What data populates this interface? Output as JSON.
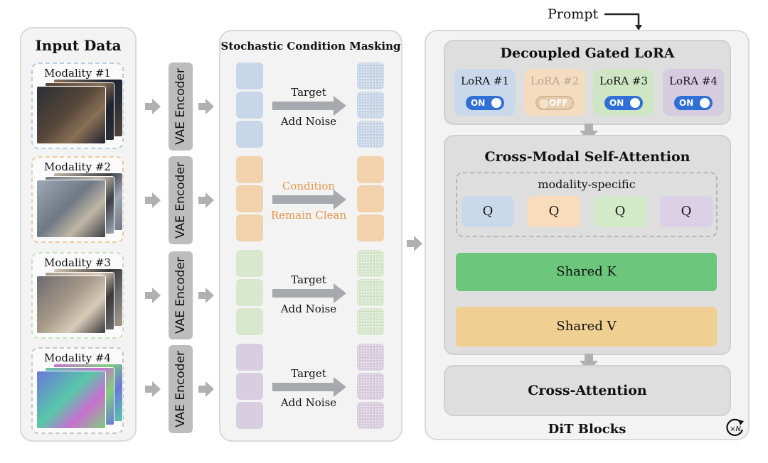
{
  "input_panel": {
    "title": "Input Data",
    "modalities": [
      {
        "label": "Modality #1",
        "color": "#b8cde0"
      },
      {
        "label": "Modality #2",
        "color": "#f0c9a0"
      },
      {
        "label": "Modality #3",
        "color": "#c8e0bd"
      },
      {
        "label": "Modality #4",
        "color": "#c8c8c8"
      }
    ]
  },
  "encoder_label": "VAE Encoder",
  "masking_panel": {
    "title": "Stochastic Condition Masking",
    "rows": [
      {
        "line1": "Target",
        "line2": "Add Noise",
        "color": "#c7d6e8",
        "noisy": true
      },
      {
        "line1": "Condition",
        "line2": "Remain Clean",
        "color": "#f2d2ad",
        "noisy": false,
        "text_color": "#e8954a"
      },
      {
        "line1": "Target",
        "line2": "Add Noise",
        "color": "#d7e8cc",
        "noisy": true
      },
      {
        "line1": "Target",
        "line2": "Add Noise",
        "color": "#d9cde0",
        "noisy": true
      }
    ]
  },
  "prompt_label": "Prompt",
  "dit": {
    "footer": "DiT Blocks",
    "repeat_label": "×N",
    "lora": {
      "title": "Decoupled Gated LoRA",
      "items": [
        {
          "label": "LoRA #1",
          "state": "ON",
          "bg": "#c9d8ea"
        },
        {
          "label": "LoRA #2",
          "state": "OFF",
          "bg": "#f5dcc0"
        },
        {
          "label": "LoRA #3",
          "state": "ON",
          "bg": "#cfe6c4"
        },
        {
          "label": "LoRA #4",
          "state": "ON",
          "bg": "#d6cce0"
        }
      ]
    },
    "self_attention": {
      "title": "Cross-Modal Self-Attention",
      "group_label": "modality-specific",
      "q_items": [
        {
          "label": "Q",
          "bg": "#c9d8ea"
        },
        {
          "label": "Q",
          "bg": "#f8dcbc"
        },
        {
          "label": "Q",
          "bg": "#d3eac8"
        },
        {
          "label": "Q",
          "bg": "#dcd0e6"
        }
      ],
      "shared_k": {
        "label": "Shared K",
        "bg": "#6cc77c"
      },
      "shared_v": {
        "label": "Shared V",
        "bg": "#f0cf92"
      }
    },
    "cross_attention": {
      "title": "Cross-Attention"
    }
  }
}
